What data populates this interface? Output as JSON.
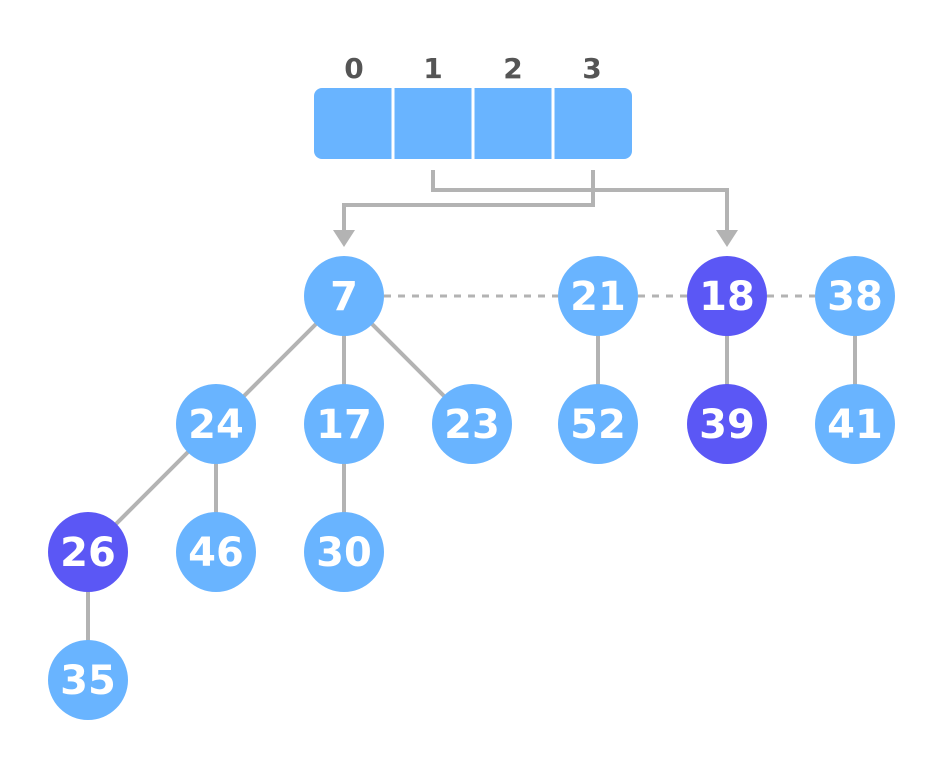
{
  "array": {
    "indices": [
      "0",
      "1",
      "2",
      "3"
    ],
    "color": "#69b4ff"
  },
  "colors": {
    "node_default": "#69b4ff",
    "node_highlight": "#5b57f5",
    "edge": "#b3b3b3",
    "index_label": "#555555"
  },
  "nodes": [
    {
      "id": "n7",
      "label": "7",
      "highlight": false
    },
    {
      "id": "n21",
      "label": "21",
      "highlight": false
    },
    {
      "id": "n18",
      "label": "18",
      "highlight": true
    },
    {
      "id": "n38",
      "label": "38",
      "highlight": false
    },
    {
      "id": "n24",
      "label": "24",
      "highlight": false
    },
    {
      "id": "n17",
      "label": "17",
      "highlight": false
    },
    {
      "id": "n23",
      "label": "23",
      "highlight": false
    },
    {
      "id": "n52",
      "label": "52",
      "highlight": false
    },
    {
      "id": "n39",
      "label": "39",
      "highlight": true
    },
    {
      "id": "n41",
      "label": "41",
      "highlight": false
    },
    {
      "id": "n26",
      "label": "26",
      "highlight": true
    },
    {
      "id": "n46",
      "label": "46",
      "highlight": false
    },
    {
      "id": "n30",
      "label": "30",
      "highlight": false
    },
    {
      "id": "n35",
      "label": "35",
      "highlight": false
    }
  ],
  "tree_edges": [
    [
      "n7",
      "n24"
    ],
    [
      "n7",
      "n17"
    ],
    [
      "n7",
      "n23"
    ],
    [
      "n21",
      "n52"
    ],
    [
      "n18",
      "n39"
    ],
    [
      "n38",
      "n41"
    ],
    [
      "n24",
      "n26"
    ],
    [
      "n24",
      "n46"
    ],
    [
      "n17",
      "n30"
    ],
    [
      "n26",
      "n35"
    ]
  ],
  "root_list": [
    "n7",
    "n21",
    "n18",
    "n38"
  ],
  "array_pointers": [
    {
      "from_index": "3",
      "to": "n7"
    },
    {
      "from_index": "1",
      "to": "n18"
    }
  ]
}
